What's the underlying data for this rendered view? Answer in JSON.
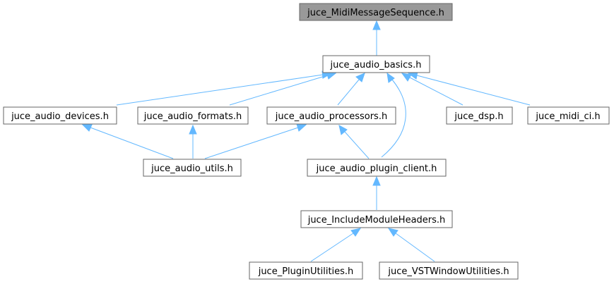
{
  "graph": {
    "colors": {
      "edge": "#63b8ff",
      "node_border": "#666666",
      "root_fill": "#999999",
      "node_fill": "#ffffff"
    },
    "nodes": {
      "root": "juce_MidiMessageSequence.h",
      "audio_basics": "juce_audio_basics.h",
      "audio_devices": "juce_audio_devices.h",
      "audio_formats": "juce_audio_formats.h",
      "audio_processors": "juce_audio_processors.h",
      "dsp": "juce_dsp.h",
      "midi_ci": "juce_midi_ci.h",
      "audio_utils": "juce_audio_utils.h",
      "audio_plugin_client": "juce_audio_plugin_client.h",
      "include_module_headers": "juce_IncludeModuleHeaders.h",
      "plugin_utilities": "juce_PluginUtilities.h",
      "vst_window_utilities": "juce_VSTWindowUtilities.h"
    }
  }
}
